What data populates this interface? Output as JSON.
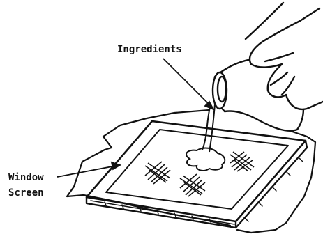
{
  "labels": {
    "ingredients": "Ingredients",
    "window_line1": "Window",
    "window_line2": "Screen"
  },
  "colors": {
    "ink": "#111111",
    "paper": "#ffffff"
  }
}
